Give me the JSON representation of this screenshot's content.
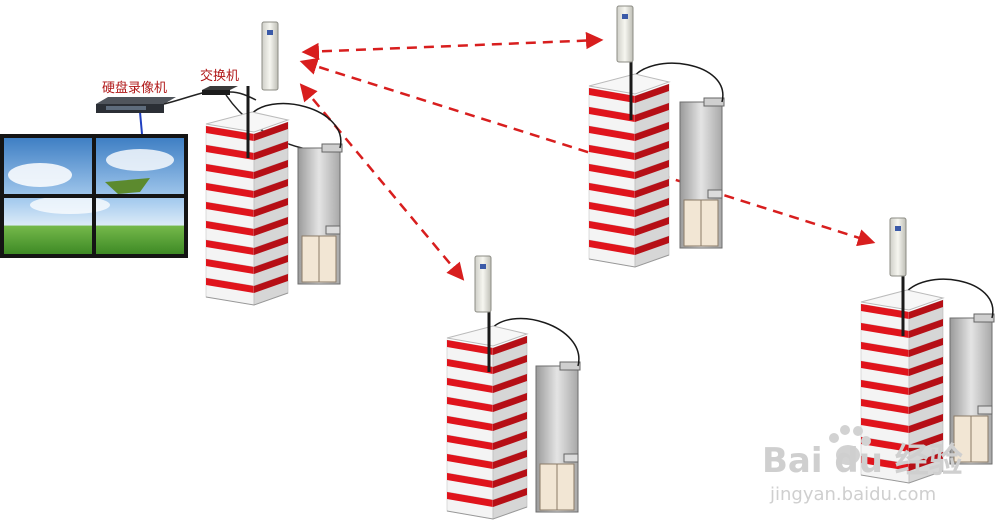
{
  "labels": {
    "recorder": "硬盘录像机",
    "switch": "交换机"
  },
  "watermark": {
    "main": "Bai du 经验",
    "sub": "jingyan.baidu.com"
  },
  "colors": {
    "building_red": "#e0141c",
    "building_white": "#f4f4f4",
    "building_side": "#d6d6d6",
    "link_dash": "#d81e1e",
    "label_text": "#b01818",
    "watermark": "#cfcfcf",
    "video_wall_frame": "#1a1a1a",
    "sky_top": "#3f7fc4",
    "grass": "#4e9a2e"
  },
  "icons": {
    "antenna": "wireless-antenna-icon",
    "recorder": "dvr-icon",
    "switch": "network-switch-icon",
    "elevator": "elevator-shaft-icon",
    "wall": "video-wall-icon",
    "paw": "baidu-paw-icon"
  }
}
